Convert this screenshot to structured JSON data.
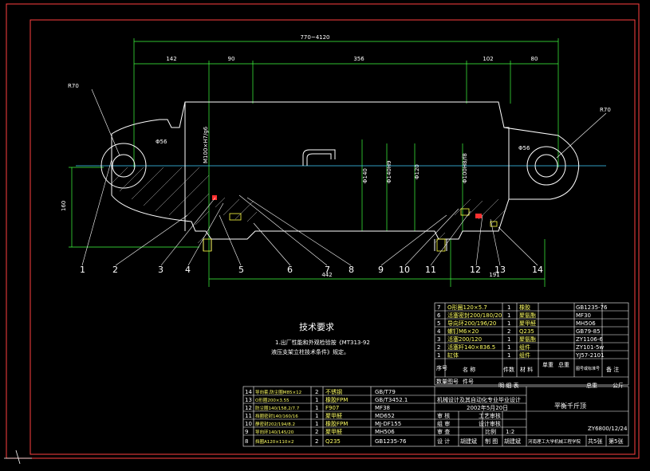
{
  "drawing": {
    "title": "平衡千斤顶",
    "drawing_no": "ZY6800/12/24",
    "sheet_total": "共5张",
    "sheet_no": "第5张",
    "scale_label": "比例",
    "scale": "1:2",
    "school": "河南理工大学机械工程学院",
    "course": "机械设计及其自动化专业毕业设计",
    "date": "2002年5月20日",
    "weight_label": "总重",
    "weight_unit": "公斤"
  },
  "tech_req": {
    "title": "技术要求",
    "line1": "1.出厂性能和外观检验按《MT313-92",
    "line2": "液压支架立柱技术条件》规定。"
  },
  "dimensions": {
    "overall": "770~4120",
    "d142": "142",
    "d90": "90",
    "d356": "356",
    "d102": "102",
    "d80": "80",
    "r70_left": "R70",
    "r70_right": "R70",
    "phi56_left": "Φ56",
    "phi56_right": "Φ56",
    "h160": "160",
    "d442": "442",
    "d191": "191",
    "fit_m": "M100×H7/g6",
    "phi140": "Φ140",
    "phi140h9": "Φ140H9",
    "phi120": "Φ120",
    "phi100": "Φ100H8/f8"
  },
  "balloons": [
    "1",
    "2",
    "3",
    "4",
    "5",
    "6",
    "7",
    "8",
    "9",
    "10",
    "11",
    "12",
    "13",
    "14"
  ],
  "bom_upper": {
    "rows": [
      {
        "no": "7",
        "name": "O形圈120×5.7",
        "qty": "1",
        "mat": "橡胶",
        "std": "GB1235-76"
      },
      {
        "no": "6",
        "name": "活塞密封200/180/20",
        "qty": "1",
        "mat": "聚氨酯",
        "std": "MF30"
      },
      {
        "no": "5",
        "name": "导向环200/196/20",
        "qty": "1",
        "mat": "聚甲醛",
        "std": "MH506"
      },
      {
        "no": "4",
        "name": "螺钉M6×20",
        "qty": "2",
        "mat": "Q235",
        "std": "GB79-85"
      },
      {
        "no": "3",
        "name": "活塞200/120",
        "qty": "1",
        "mat": "聚氨酯",
        "std": "ZY1106-6"
      },
      {
        "no": "2",
        "name": "活塞杆140×836.5",
        "qty": "1",
        "mat": "组件",
        "std": "ZY101-5w"
      },
      {
        "no": "1",
        "name": "缸体",
        "qty": "1",
        "mat": "组件",
        "std": "YJ57-2101"
      }
    ],
    "header": {
      "no": "序号",
      "name": "名 称",
      "qty": "件数",
      "mat": "材 料",
      "unit_w": "单重",
      "total_w": "总重",
      "std": "图号或标准号",
      "note": "备 注"
    },
    "footer": {
      "f1": "数量图号",
      "f2": "件号",
      "f3": "明 细 表"
    }
  },
  "bom_lower": {
    "rows": [
      {
        "no": "14",
        "name": "导向套,防尘圈M85×12",
        "qty": "2",
        "mat": "不锈钢",
        "std": "GB/T79"
      },
      {
        "no": "13",
        "name": "O形圈200×3.55",
        "qty": "1",
        "mat": "橡胶FPM",
        "std": "GB/T3452.1"
      },
      {
        "no": "12",
        "name": "防尘圈140/158,2/7.7",
        "qty": "1",
        "mat": "F907",
        "std": "MF38"
      },
      {
        "no": "11",
        "name": "挡圈密封140/160/16",
        "qty": "1",
        "mat": "聚甲醛",
        "std": "MD652"
      },
      {
        "no": "10",
        "name": "静密封202/194/8.2",
        "qty": "1",
        "mat": "橡胶FPM",
        "std": "MJ-DF155"
      },
      {
        "no": "9",
        "name": "导向环140/145/20",
        "qty": "2",
        "mat": "聚甲醛",
        "std": "MH506"
      },
      {
        "no": "8",
        "name": "挡圈A120×110×2",
        "qty": "2",
        "mat": "Q235",
        "std": "GB1235-76"
      }
    ]
  },
  "title_block": {
    "check": "审 核",
    "process": "工艺审核",
    "group": "组 审",
    "design_check": "设计审核",
    "approve": "审 查",
    "design": "设 计",
    "drawer": "制 图",
    "scale_label": "比例",
    "p1": "胡建斌",
    "p2": "胡建斌",
    "p3": "胡建斌"
  }
}
